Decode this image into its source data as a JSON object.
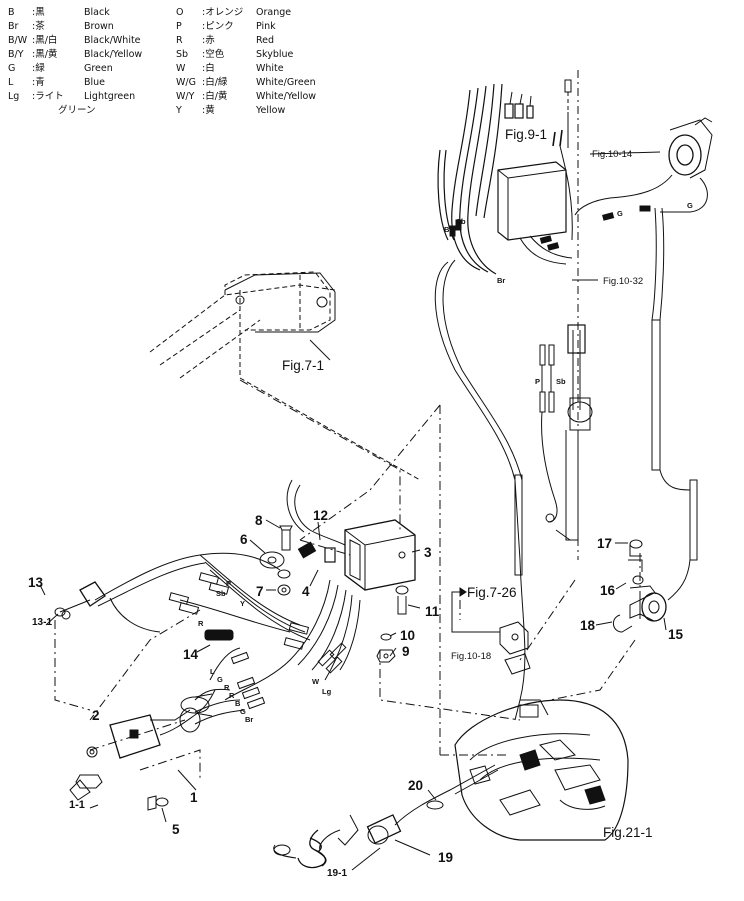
{
  "legend": {
    "left": [
      {
        "code": "B",
        "jp": ":黒",
        "en": "Black"
      },
      {
        "code": "Br",
        "jp": ":茶",
        "en": "Brown"
      },
      {
        "code": "B/W",
        "jp": ":黒/白",
        "en": "Black/White"
      },
      {
        "code": "B/Y",
        "jp": ":黒/黄",
        "en": "Black/Yellow"
      },
      {
        "code": "G",
        "jp": ":緑",
        "en": "Green"
      },
      {
        "code": "L",
        "jp": ":青",
        "en": "Blue"
      },
      {
        "code": "Lg",
        "jp": ":ライト",
        "en": "Lightgreen"
      },
      {
        "code": "",
        "jp": "グリーン",
        "en": ""
      }
    ],
    "right": [
      {
        "code": "O",
        "jp": ":オレンジ",
        "en": "Orange"
      },
      {
        "code": "P",
        "jp": ":ピンク",
        "en": "Pink"
      },
      {
        "code": "R",
        "jp": ":赤",
        "en": "Red"
      },
      {
        "code": "Sb",
        "jp": ":空色",
        "en": "Skyblue"
      },
      {
        "code": "W",
        "jp": ":白",
        "en": "White"
      },
      {
        "code": "W/G",
        "jp": ":白/緑",
        "en": "White/Green"
      },
      {
        "code": "W/Y",
        "jp": ":白/黄",
        "en": "White/Yellow"
      },
      {
        "code": "Y",
        "jp": ":黄",
        "en": "Yellow"
      }
    ]
  },
  "figure_refs": {
    "fig9_1": "Fig.9-1",
    "fig10_14": "Fig.10-14",
    "fig10_32": "Fig.10-32",
    "fig7_1": "Fig.7-1",
    "fig7_26": "Fig.7-26",
    "fig10_18": "Fig.10-18",
    "fig21_1": "Fig.21-1"
  },
  "callouts": {
    "c1": "1",
    "c1_1": "1-1",
    "c2": "2",
    "c3": "3",
    "c4": "4",
    "c5": "5",
    "c6": "6",
    "c7": "7",
    "c8": "8",
    "c9": "9",
    "c10": "10",
    "c11": "11",
    "c12": "12",
    "c13": "13",
    "c13_1": "13-1",
    "c14": "14",
    "c15": "15",
    "c16": "16",
    "c17": "17",
    "c18": "18",
    "c19": "19",
    "c19_1": "19-1",
    "c20": "20"
  },
  "wire_labels": {
    "br_top": "Br",
    "sb_top": "Sb",
    "g_top1": "G",
    "g_top2": "G",
    "br_mid": "Br",
    "p_mid": "P",
    "sb_mid": "Sb",
    "p_left": "P",
    "sb_left": "Sb",
    "y_left": "Y",
    "r_14": "R",
    "l_h": "L",
    "g_h": "G",
    "r_h1": "R",
    "r_h2": "R",
    "b_h": "B",
    "g_h2": "G",
    "br_h": "Br",
    "w_h": "W",
    "lg_h": "Lg"
  }
}
